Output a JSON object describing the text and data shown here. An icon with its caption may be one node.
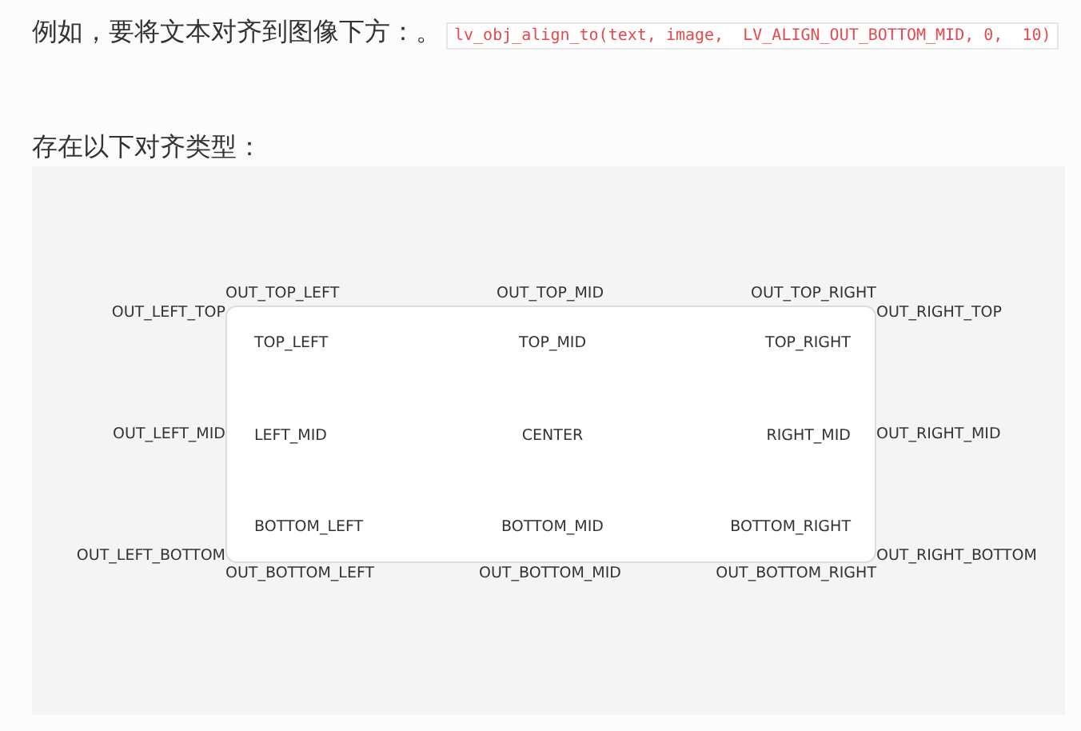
{
  "diagram": {
    "nodes": [
      {
        "text": [
          "TOP_LEFT",
          "TOP_MID",
          "TOP_RIGHT",
          "LEFT_MID",
          "CENTER",
          "RIGHT_MID",
          "BOTTOM_LEFT",
          "BOTTOM_MID",
          "BOTTOM_RIGHT"
        ],
        "beside": [
          "OUT_TOP_LEFT",
          "OUT_TOP_MID",
          "OUT_TOP_RIGHT",
          "OUT_LEFT_TOP",
          "OUT_RIGHT_TOP",
          "OUT_LEFT_MID",
          "OUT_RIGHT_MID",
          "OUT_LEFT_BOTTOM",
          "OUT_RIGHT_BOTTOM",
          "OUT_BOTTOM_LEFT",
          "OUT_BOTTOM_MID",
          "OUT_BOTTOM_RIGHT"
        ]
      }
    ],
    "edges": [],
    "labels": [
      "例如，要将文本对齐到图像下方：。",
      "lv_obj_align_to(text, image,  LV_ALIGN_OUT_BOTTOM_MID, 0,  10)",
      "存在以下对齐类型："
    ]
  }
}
